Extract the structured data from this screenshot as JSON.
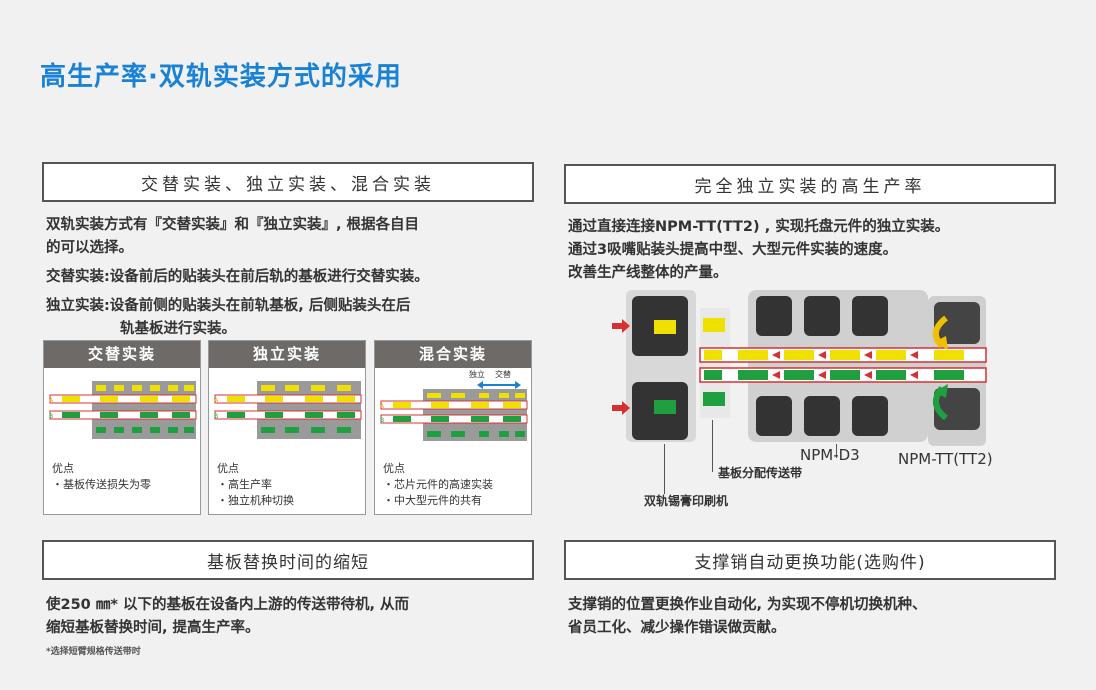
{
  "page": {
    "title": "高生产率·双轨实装方式的采用"
  },
  "section1": {
    "heading": "交替实装、独立实装、混合实装",
    "lines": [
      "双轨实装方式有『交替实装』和『独立实装』, 根据各自目",
      "的可以选择。",
      "交替实装:设备前后的贴装头在前后轨的基板进行交替实装。",
      "独立实装:设备前侧的贴装头在前轨基板, 后侧贴装头在后",
      "轨基板进行实装。"
    ],
    "panels": [
      {
        "title": "交替实装",
        "adv_title": "优点",
        "adv": [
          "・基板传送损失为零"
        ]
      },
      {
        "title": "独立实装",
        "adv_title": "优点",
        "adv": [
          "・高生产率",
          "・独立机种切换"
        ]
      },
      {
        "title": "混合实装",
        "adv_title": "优点",
        "adv": [
          "・芯片元件的高速实装",
          "・中大型元件的共有"
        ],
        "arrow_left": "独立",
        "arrow_right": "交替"
      }
    ]
  },
  "section2": {
    "heading": "完全独立实装的高生产率",
    "lines": [
      "通过直接连接NPM-TT(TT2) , 实现托盘元件的独立实装。",
      "通过3吸嘴贴装头提高中型、大型元件实装的速度。",
      "改善生产线整体的产量。"
    ],
    "labels": {
      "npm_d3": "NPM-D3",
      "npm_tt": "NPM-TT(TT2)",
      "conveyor": "基板分配传送带",
      "printer": "双轨锡膏印刷机"
    }
  },
  "section3": {
    "heading": "基板替换时间的缩短",
    "lines": [
      "使250 ㎜* 以下的基板在设备内上游的传送带待机, 从而",
      "缩短基板替换时间, 提高生产率。"
    ],
    "note": "*选择短臂规格传送带时"
  },
  "section4": {
    "heading": "支撑销自动更换功能(选购件)",
    "lines": [
      "支撑销的位置更换作业自动化, 为实现不停机切换机种、",
      "省员工化、减少操作错误做贡献。"
    ]
  },
  "colors": {
    "accent": "#1a82d6",
    "rail_yellow": "#f0e000",
    "rail_green": "#1fa040",
    "arrow_red": "#d63030",
    "panel_head": "#6e6a68"
  }
}
